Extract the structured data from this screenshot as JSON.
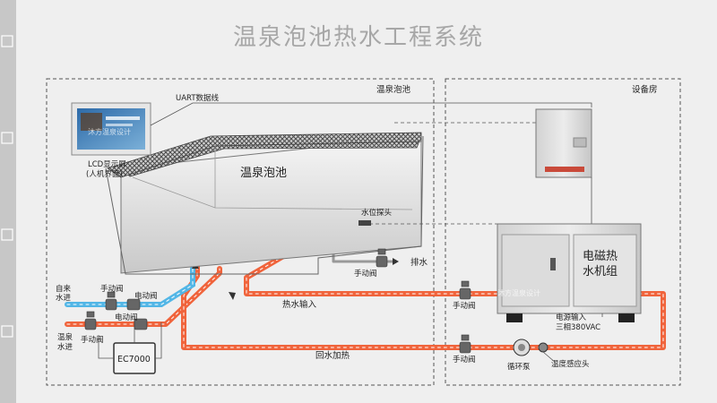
{
  "title": "温泉泡池热水工程系统",
  "zones": {
    "pool_area": "温泉泡池",
    "equipment_room": "设备房"
  },
  "labels": {
    "uart": "UART数据线",
    "lcd": "LCD显示屏",
    "lcd_sub": "(人机界面)",
    "pool": "温泉泡池",
    "level_probe": "水位探头",
    "manual_valve": "手动阀",
    "drain": "排水",
    "tap_water_1": "自来",
    "tap_water_2": "水进",
    "spring_1": "温泉",
    "spring_2": "水进",
    "electric_valve": "电动阀",
    "controller": "EC7000",
    "hot_water_in": "热水输入",
    "return_heat": "回水加热",
    "heater_1": "电磁热",
    "heater_2": "水机组",
    "power_in": "电源输入",
    "power_spec": "三相380VAC",
    "pump": "循环泵",
    "temp_sensor": "温度感应头"
  },
  "watermark": "沐方温泉设计",
  "colors": {
    "hot_pipe": "#f0643c",
    "cold_pipe": "#52b6e6",
    "dashed": "#555555",
    "title": "#a7a7a7"
  }
}
